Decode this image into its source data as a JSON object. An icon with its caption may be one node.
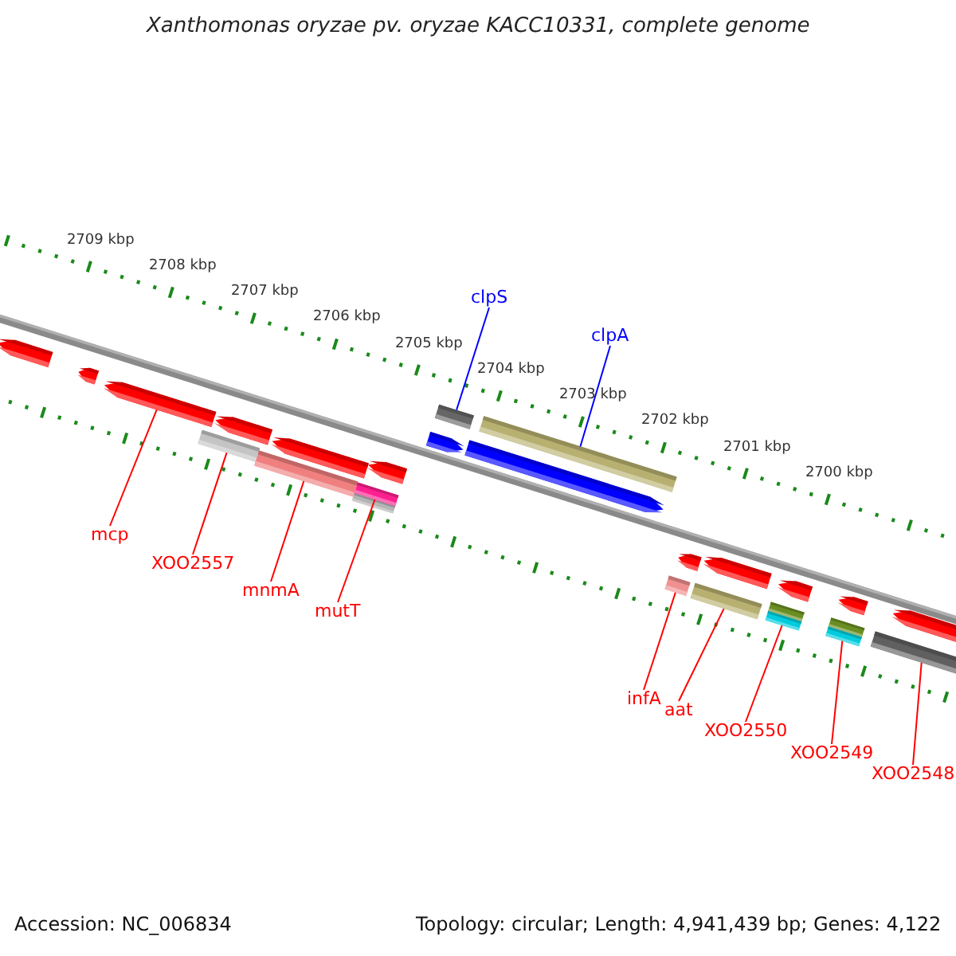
{
  "diagram": {
    "title": "Xanthomonas oryzae pv. oryzae KACC10331, complete genome",
    "nodes": [
      {
        "text": [
          "mcp"
        ]
      },
      {
        "text": [],
        "shape": "bar"
      },
      {
        "text": [
          "XOO2557"
        ]
      },
      {
        "text": [],
        "shape": "bar"
      },
      {
        "text": [
          "mnmA"
        ]
      },
      {
        "text": [],
        "shape": "bar"
      },
      {
        "text": [
          "mutT"
        ]
      },
      {
        "text": [],
        "shape": "bar"
      },
      {
        "text": [
          "clpS"
        ]
      },
      {
        "text": [],
        "shape": "bar"
      },
      {
        "text": [
          "clpA"
        ]
      },
      {
        "text": [],
        "shape": "bar"
      },
      {
        "text": [
          "infA"
        ]
      },
      {
        "text": [],
        "shape": "bar"
      },
      {
        "text": [
          "aat"
        ]
      },
      {
        "text": [],
        "shape": "bar"
      },
      {
        "text": [
          "XOO2550"
        ]
      },
      {
        "text": [],
        "shape": "bar"
      },
      {
        "text": [
          "XOO2549"
        ]
      },
      {
        "text": [],
        "shape": "bar"
      },
      {
        "text": [
          "XOO2548"
        ]
      },
      {
        "text": [],
        "shape": "bar"
      }
    ],
    "edges": [
      {
        "from": 0,
        "to": 1,
        "arrow": "none"
      },
      {
        "from": 2,
        "to": 3,
        "arrow": "none"
      },
      {
        "from": 4,
        "to": 5,
        "arrow": "none"
      },
      {
        "from": 6,
        "to": 7,
        "arrow": "none"
      },
      {
        "from": 8,
        "to": 9,
        "arrow": "none",
        "color": "#0000ff"
      },
      {
        "from": 10,
        "to": 11,
        "arrow": "none",
        "color": "#0000ff"
      },
      {
        "from": 12,
        "to": 13,
        "arrow": "none"
      },
      {
        "from": 14,
        "to": 15,
        "arrow": "none"
      },
      {
        "from": 16,
        "to": 17,
        "arrow": "none"
      },
      {
        "from": 18,
        "to": 19,
        "arrow": "none"
      },
      {
        "from": 20,
        "to": 21,
        "arrow": "none"
      }
    ],
    "labels": [
      "2709 kbp",
      "2708 kbp",
      "2707 kbp",
      "2706 kbp",
      "2705 kbp",
      "2704 kbp",
      "2703 kbp",
      "2702 kbp",
      "2701 kbp",
      "2700 kbp",
      "Accession: NC_006834",
      "Topology: circular; Length: 4,941,439 bp; Genes: 4,122"
    ]
  }
}
